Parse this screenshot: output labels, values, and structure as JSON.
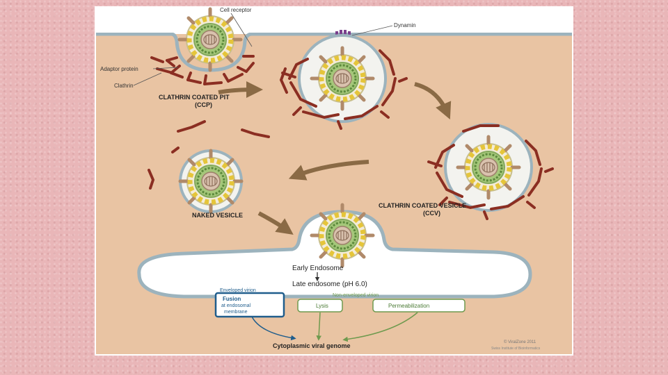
{
  "labels": {
    "cell_receptor": "Cell receptor",
    "dynamin": "Dynamin",
    "adaptor_protein": "Adaptor protein",
    "clathrin": "Clathrin",
    "ccp_title": "CLATHRIN COATED PIT",
    "ccp_abbr": "(CCP)",
    "ccv_title": "CLATHRIN COATED VESICLE",
    "ccv_abbr": "(CCV)",
    "naked_vesicle": "NAKED VESICLE",
    "early_endosome": "Early Endosome",
    "late_endosome": "Late endosome (pH 6.0)",
    "enveloped_virion": "Enveloped virion",
    "non_enveloped_virion": "Non-enveloped virion",
    "fusion": "Fusion",
    "fusion_sub1": "at endosomal",
    "fusion_sub2": "membrane",
    "lysis": "Lysis",
    "permeabilization": "Permeabilization",
    "genome": "Cytoplasmic viral genome",
    "copyright": "© ViralZone 2011",
    "copyright_sub": "Swiss Institute of Bioinformatics"
  },
  "colors": {
    "cytoplasm": "#e9c4a3",
    "membrane": "#9cb3bd",
    "clathrin": "#8b2e22",
    "arrow": "#8a6a45",
    "fusion_blue": "#1f5d8c",
    "green_box": "#6e9a4e",
    "page_bg": "#e9b6b8"
  },
  "icons": [
    "virion-icon",
    "dynamin-icon",
    "arrow-icon"
  ]
}
